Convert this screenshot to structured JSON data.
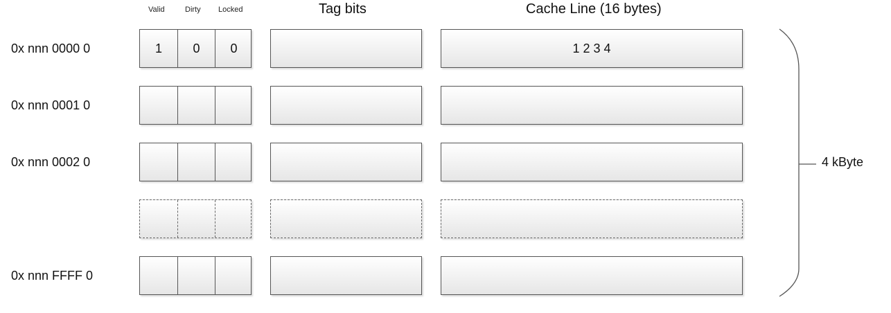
{
  "headers": {
    "valid": "Valid",
    "dirty": "Dirty",
    "locked": "Locked",
    "tag": "Tag bits",
    "cache_line": "Cache Line (16 bytes)"
  },
  "rows": [
    {
      "address": "0x nnn 0000 0",
      "valid": "1",
      "dirty": "0",
      "locked": "0",
      "tag": "",
      "data": "1 2 3 4",
      "dashed": false
    },
    {
      "address": "0x nnn 0001 0",
      "valid": "",
      "dirty": "",
      "locked": "",
      "tag": "",
      "data": "",
      "dashed": false
    },
    {
      "address": "0x nnn 0002 0",
      "valid": "",
      "dirty": "",
      "locked": "",
      "tag": "",
      "data": "",
      "dashed": false
    },
    {
      "address": "",
      "valid": "",
      "dirty": "",
      "locked": "",
      "tag": "",
      "data": "",
      "dashed": true
    },
    {
      "address": "0x nnn FFFF 0",
      "valid": "",
      "dirty": "",
      "locked": "",
      "tag": "",
      "data": "",
      "dashed": false
    }
  ],
  "total_size": "4 kByte"
}
